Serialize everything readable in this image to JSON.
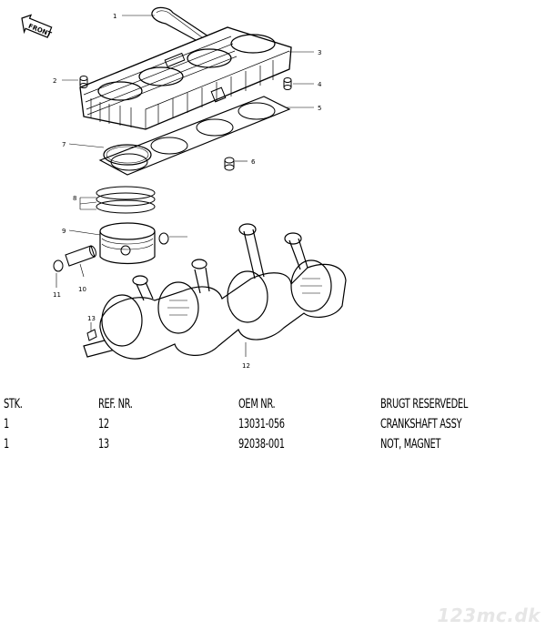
{
  "diagram": {
    "front_label": "FRONT",
    "callouts": [
      "1",
      "2",
      "3",
      "4",
      "5",
      "6",
      "7",
      "8",
      "9",
      "10",
      "11",
      "12",
      "13"
    ]
  },
  "table": {
    "headers": [
      "STK.",
      "REF. NR.",
      "OEM NR.",
      "BRUGT RESERVEDEL"
    ],
    "rows": [
      [
        "1",
        "12",
        "13031-056",
        "CRANKSHAFT ASSY"
      ],
      [
        "1",
        "13",
        "92038-001",
        "NOT, MAGNET"
      ]
    ]
  },
  "watermark": "123mc.dk"
}
